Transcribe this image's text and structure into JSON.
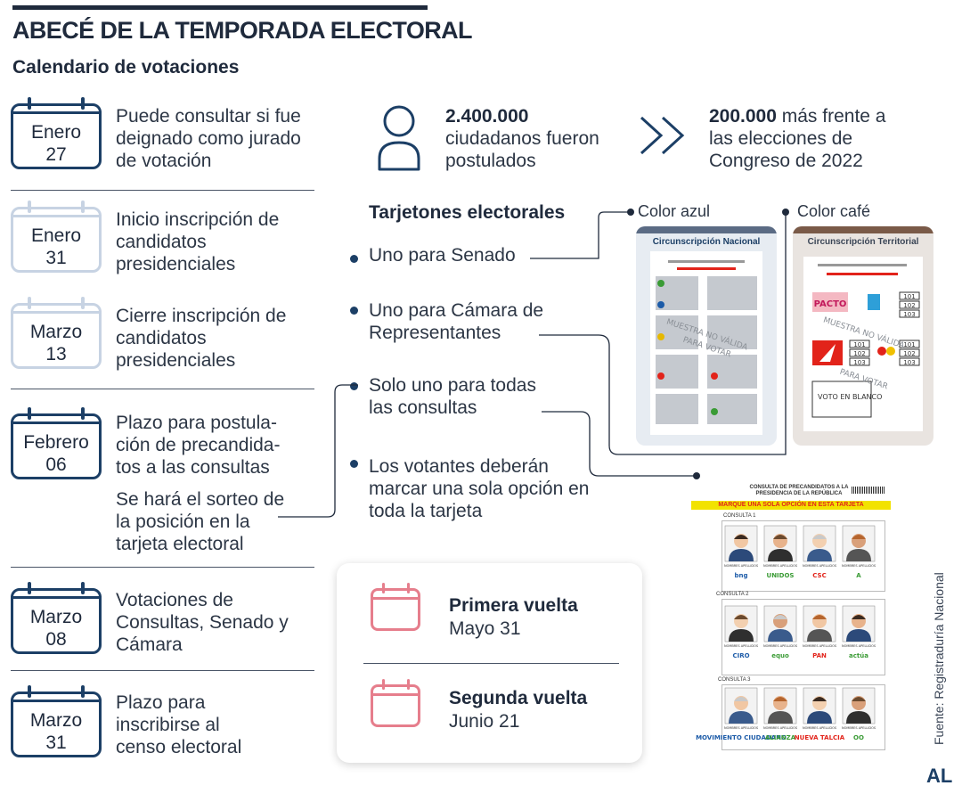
{
  "title": "ABECÉ DE LA TEMPORADA ELECTORAL",
  "subtitle": "Calendario de votaciones",
  "calendar": [
    {
      "month": "Enero",
      "day": "27",
      "text": "Puede consultar si fue deignado como jurado de votación"
    },
    {
      "month": "Enero",
      "day": "31",
      "text": "Inicio inscripción de candidatos presidenciales"
    },
    {
      "month": "Marzo",
      "day": "13",
      "text": "Cierre inscripción de candidatos presidenciales"
    },
    {
      "month": "Febrero",
      "day": "06",
      "text": "Plazo para postula-ción de precandida-tos a las consultas",
      "extra": "Se hará el sorteo de la posición en la tarjeta electoral"
    },
    {
      "month": "Marzo",
      "day": "08",
      "text": "Votaciones de Consultas, Senado y Cámara"
    },
    {
      "month": "Marzo",
      "day": "31",
      "text": "Plazo para inscribirse al censo electoral"
    }
  ],
  "stats": {
    "postulados_num": "2.400.000",
    "postulados_text": "ciudadanos fueron postulados",
    "comparison_num": "200.000",
    "comparison_text": " más frente a las elecciones de Congreso de 2022"
  },
  "tarjetones": {
    "title": "Tarjetones electorales",
    "items": [
      "Uno para Senado",
      "Uno para Cámara de Representantes",
      "Solo uno para todas las consultas",
      "Los votantes deberán marcar una sola opción en toda la tarjeta"
    ]
  },
  "ballots": {
    "azul_label": "Color azul",
    "cafe_label": "Color café",
    "nacional_title": "Circunscripción Nacional",
    "territorial_title": "Circunscripción Territorial",
    "territorial_codes": [
      "101",
      "102",
      "103",
      "101",
      "102",
      "103",
      "101",
      "102",
      "103"
    ],
    "watermark": "MUESTRA NO VÁLIDA PARA VOTAR",
    "voto_blanco": "VOTO EN BLANCO"
  },
  "consulta": {
    "header": "CONSULTA DE PRECANDIDATOS A LA PRESIDENCIA DE LA REPÚBLICA",
    "banner": "MARQUE UNA SOLA OPCIÓN EN ESTA TARJETA",
    "groups": [
      "CONSULTA 1",
      "CONSULTA 2",
      "CONSULTA 3"
    ],
    "parties": [
      [
        "bng",
        "UNIDOS",
        "CSC",
        "A"
      ],
      [
        "CIRO",
        "equo",
        "PAN",
        "actúa"
      ],
      [
        "MOVIMIENTO CIUDADANO",
        "ALIANZA",
        "NUEVA TALCIA",
        "OO"
      ]
    ],
    "candidate_label": "NOMBRES APELLIDOS"
  },
  "vueltas": [
    {
      "title": "Primera vuelta",
      "date": "Mayo 31"
    },
    {
      "title": "Segunda vuelta",
      "date": "Junio 21"
    }
  ],
  "source": "Fuente: Registraduría Nacional",
  "logo": "AL",
  "colors": {
    "navy": "#1c3f66",
    "light": "#c7d3e3",
    "pink": "#e67e8c",
    "yellow": "#f2e200",
    "red": "#e2231a"
  }
}
